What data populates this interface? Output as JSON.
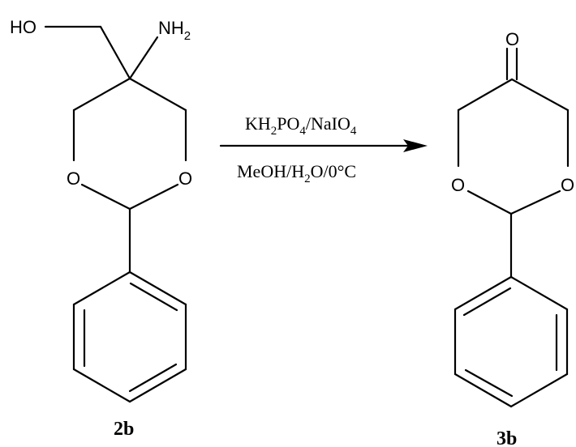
{
  "reactant": {
    "label": "2b",
    "hydroxyl": "HO",
    "amine_base": "NH",
    "amine_sub": "2",
    "ring_oxygen_left": "O",
    "ring_oxygen_right": "O"
  },
  "conditions": {
    "reagent_line": [
      {
        "text": "KH",
        "sub": false
      },
      {
        "text": "2",
        "sub": true
      },
      {
        "text": "PO",
        "sub": false
      },
      {
        "text": "4",
        "sub": true
      },
      {
        "text": "/NaIO",
        "sub": false
      },
      {
        "text": "4",
        "sub": true
      }
    ],
    "solvent_line": [
      {
        "text": "MeOH/H",
        "sub": false
      },
      {
        "text": "2",
        "sub": true
      },
      {
        "text": "O/0°C",
        "sub": false
      }
    ]
  },
  "product": {
    "label": "3b",
    "carbonyl_oxygen": "O",
    "ring_oxygen_left": "O",
    "ring_oxygen_right": "O"
  },
  "colors": {
    "ink": "#000000",
    "background": "#ffffff"
  }
}
